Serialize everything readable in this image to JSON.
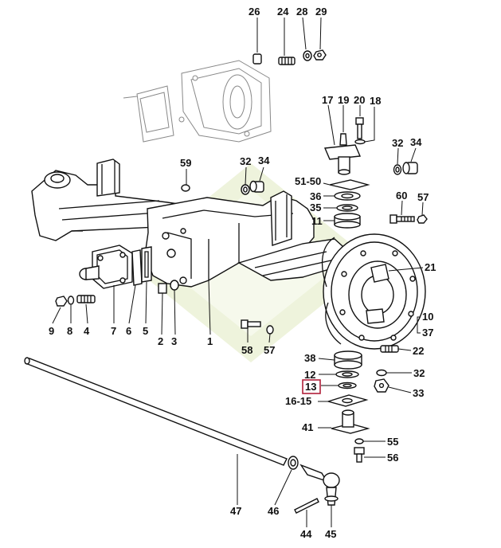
{
  "labels": {
    "p26": "26",
    "p24": "24",
    "p28": "28",
    "p29": "29",
    "p17": "17",
    "p19": "19",
    "p20": "20",
    "p18": "18",
    "p32a": "32",
    "p34a": "34",
    "p59": "59",
    "p32b": "32",
    "p34b": "34",
    "p51_50": "51-50",
    "p36": "36",
    "p35": "35",
    "p11": "11",
    "p60": "60",
    "p57a": "57",
    "p21": "21",
    "p9": "9",
    "p8": "8",
    "p4": "4",
    "p7": "7",
    "p6": "6",
    "p5": "5",
    "p2": "2",
    "p3": "3",
    "p1": "1",
    "p10": "10",
    "p37": "37",
    "p58": "58",
    "p57b": "57",
    "p22": "22",
    "p38": "38",
    "p12": "12",
    "p32c": "32",
    "p13": "13",
    "p33": "33",
    "p16_15": "16-15",
    "p41": "41",
    "p55": "55",
    "p56": "56",
    "p47": "47",
    "p46": "46",
    "p44": "44",
    "p45": "45"
  },
  "highlighted_part": "13",
  "colors": {
    "highlight": "#b0203a",
    "watermark": "#eef3dc",
    "ink": "#111111"
  }
}
